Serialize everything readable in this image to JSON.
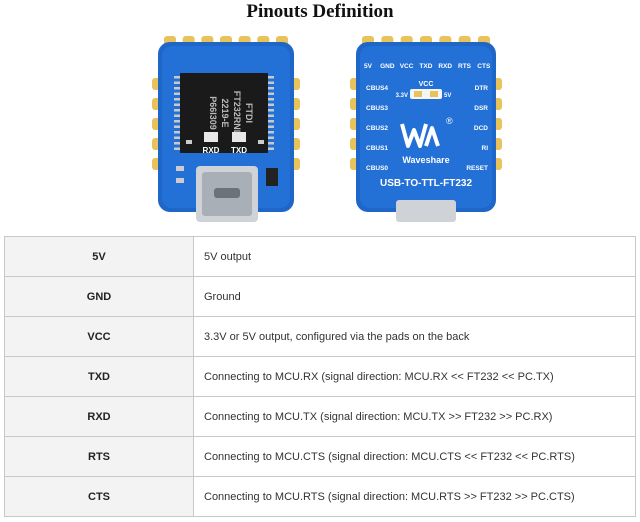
{
  "title": "Pinouts Definition",
  "board_front": {
    "chip_lines": [
      "FTDI",
      "FT232RNL",
      "2219-E",
      "P66I309"
    ],
    "labels": [
      "RXD",
      "TXD"
    ]
  },
  "board_back": {
    "top_pins": [
      "5V",
      "GND",
      "VCC",
      "TXD",
      "RXD",
      "RTS",
      "CTS"
    ],
    "left_pins": [
      "CBUS4",
      "CBUS3",
      "CBUS2",
      "CBUS1",
      "CBUS0"
    ],
    "right_pins": [
      "DTR",
      "DSR",
      "DCD",
      "RI",
      "RESET"
    ],
    "vcc_label": "VCC",
    "v33_label": "3.3V",
    "v5_label": "5V",
    "registered_mark": "®",
    "brand": "Waveshare",
    "model": "USB-TO-TTL-FT232"
  },
  "colors": {
    "pcb": "#1f66c9",
    "pcb_dark": "#174fa3",
    "pad": "#e8c25a",
    "table_border": "#c8c8c8",
    "pin_cell_bg": "#f3f3f3"
  },
  "rows": [
    {
      "pin": "5V",
      "desc": "5V output"
    },
    {
      "pin": "GND",
      "desc": "Ground"
    },
    {
      "pin": "VCC",
      "desc": "3.3V or 5V output, configured via the pads on the back"
    },
    {
      "pin": "TXD",
      "desc": "Connecting to MCU.RX (signal direction: MCU.RX << FT232 << PC.TX)"
    },
    {
      "pin": "RXD",
      "desc": "Connecting to MCU.TX (signal direction: MCU.TX >> FT232 >> PC.RX)"
    },
    {
      "pin": "RTS",
      "desc": "Connecting to MCU.CTS (signal direction: MCU.CTS << FT232 << PC.RTS)"
    },
    {
      "pin": "CTS",
      "desc": "Connecting to MCU.RTS (signal direction: MCU.RTS >> FT232 >> PC.CTS)"
    }
  ]
}
